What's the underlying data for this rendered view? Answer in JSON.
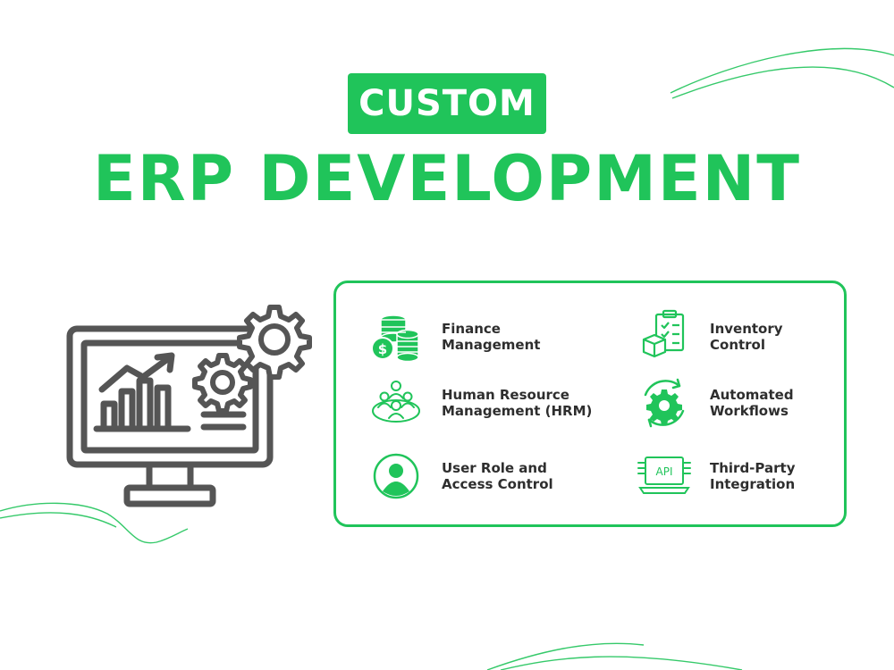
{
  "header": {
    "badge_text": "CUSTOM",
    "title": "ERP DEVELOPMENT"
  },
  "colors": {
    "accent": "#20c45a",
    "text_dark": "#2e2e2e",
    "illustration_gray": "#555555"
  },
  "illustration": {
    "icon": "monitor-with-growth-chart-and-gears-icon"
  },
  "features": [
    {
      "line1": "Finance",
      "line2": "Management",
      "icon": "coin-stacks-icon"
    },
    {
      "line1": "Inventory",
      "line2": "Control",
      "icon": "clipboard-boxes-icon"
    },
    {
      "line1": "Human Resource",
      "line2": "Management (HRM)",
      "icon": "team-group-icon"
    },
    {
      "line1": "Automated",
      "line2": "Workflows",
      "icon": "gear-cycle-icon"
    },
    {
      "line1": "User Role and",
      "line2": "Access Control",
      "icon": "user-avatar-icon"
    },
    {
      "line1": "Third-Party",
      "line2": "Integration",
      "icon": "api-chip-icon"
    }
  ]
}
